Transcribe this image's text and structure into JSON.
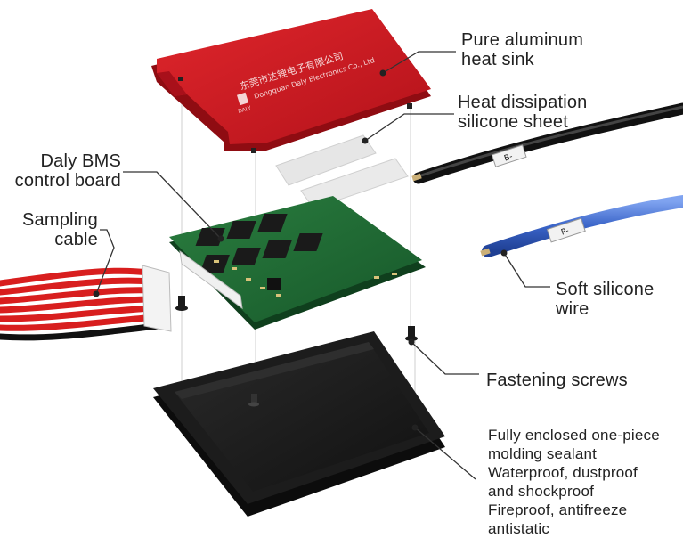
{
  "heatsink": {
    "label_line1": "Pure aluminum",
    "label_line2": "heat sink",
    "brand_logo_text": "DALY",
    "engraving_cn": "东莞市达锂电子有限公司",
    "engraving_en": "Dongguan Daly Electronics Co., Ltd"
  },
  "silicone_sheet": {
    "label_line1": "Heat dissipation",
    "label_line2": "silicone sheet"
  },
  "control_board": {
    "label_line1": "Daly BMS",
    "label_line2": "control board"
  },
  "sampling_cable": {
    "label_line1": "Sampling",
    "label_line2": "cable"
  },
  "silicone_wire": {
    "label_line1": "Soft silicone",
    "label_line2": "wire",
    "tag_top": "B-",
    "tag_bottom": "P-"
  },
  "screws": {
    "label": "Fastening screws"
  },
  "enclosure": {
    "lines": [
      "Fully enclosed one-piece",
      "molding sealant",
      "Waterproof, dustproof",
      "and shockproof",
      "Fireproof, antifreeze",
      "antistatic"
    ]
  },
  "colors": {
    "heatsink_red": "#c8141c",
    "pcb_green": "#1f6b34",
    "wire_black": "#161616",
    "wire_blue": "#3a64c8",
    "case_black": "#1b1b1b"
  }
}
